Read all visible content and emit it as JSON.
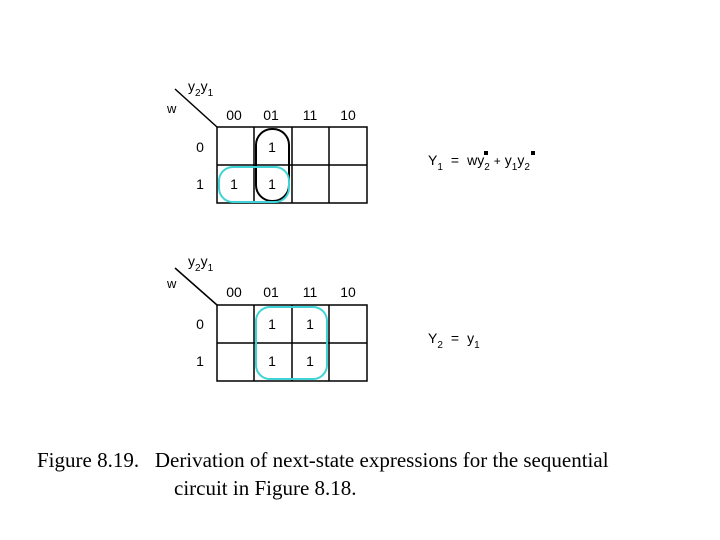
{
  "kmap1": {
    "row_var": "w",
    "col_var_a": "y",
    "col_var_a_sub": "2",
    "col_var_b": "y",
    "col_var_b_sub": "1",
    "col_headers": [
      "00",
      "01",
      "11",
      "10"
    ],
    "row_headers": [
      "0",
      "1"
    ],
    "cells": [
      [
        "",
        "1",
        "",
        ""
      ],
      [
        "1",
        "1",
        "",
        ""
      ]
    ],
    "groups": [
      {
        "rows": [
          0,
          1
        ],
        "cols": [
          1,
          1
        ],
        "color": "#000000"
      },
      {
        "rows": [
          1,
          1
        ],
        "cols": [
          0,
          1
        ],
        "color": "#3fd3d6"
      }
    ]
  },
  "kmap2": {
    "row_var": "w",
    "col_var_a": "y",
    "col_var_a_sub": "2",
    "col_var_b": "y",
    "col_var_b_sub": "1",
    "col_headers": [
      "00",
      "01",
      "11",
      "10"
    ],
    "row_headers": [
      "0",
      "1"
    ],
    "cells": [
      [
        "",
        "1",
        "1",
        ""
      ],
      [
        "",
        "1",
        "1",
        ""
      ]
    ],
    "groups": [
      {
        "rows": [
          0,
          1
        ],
        "cols": [
          1,
          2
        ],
        "color": "#3fd3d6"
      }
    ]
  },
  "eq1": {
    "lhs": "Y",
    "lhs_sub": "1",
    "equals": "=",
    "t1_var": "w",
    "t1_y": "y",
    "t1_sub": "2",
    "plus": "+",
    "t2_y1": "y",
    "t2_y1_sub": "1",
    "t2_y2": "y",
    "t2_y2_sub": "2"
  },
  "eq2": {
    "lhs": "Y",
    "lhs_sub": "2",
    "equals": "=",
    "rhs": "y",
    "rhs_sub": "1"
  },
  "caption": {
    "line1": "Figure 8.19.   Derivation of next-state expressions for the sequential",
    "line2": "circuit in Figure 8.18."
  },
  "colors": {
    "cyan_group": "#3fd3d6",
    "black_group": "#000000"
  }
}
